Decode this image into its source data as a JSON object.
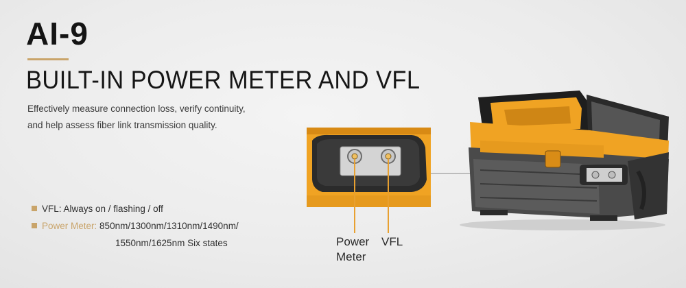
{
  "header": {
    "model": "AI-9",
    "headline": "BUILT-IN POWER METER AND VFL",
    "description_line1": "Effectively measure connection loss, verify continuity,",
    "description_line2": "and help assess fiber link transmission quality."
  },
  "specs": {
    "vfl_label": "VFL:",
    "vfl_value": "Always on / flashing / off",
    "pm_label": "Power Meter:",
    "pm_value_line1": "850nm/1300nm/1310nm/1490nm/",
    "pm_value_line2": "1550nm/1625nm  Six states"
  },
  "callouts": {
    "power_meter_line1": "Power",
    "power_meter_line2": "Meter",
    "vfl": "VFL"
  },
  "colors": {
    "accent_gold": "#c9a46a",
    "device_orange": "#f0a323",
    "callout_line": "#e8a030"
  }
}
